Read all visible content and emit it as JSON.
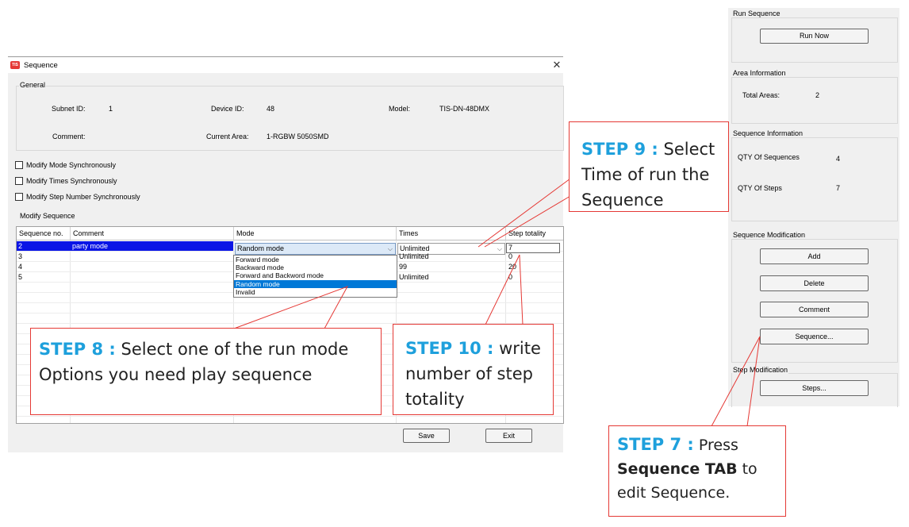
{
  "window": {
    "title": "Sequence",
    "icon_text": "TIS",
    "close_glyph": "✕",
    "general": {
      "label": "General",
      "subnet_label": "Subnet ID:",
      "subnet_value": "1",
      "device_label": "Device ID:",
      "device_value": "48",
      "model_label": "Model:",
      "model_value": "TIS-DN-48DMX",
      "comment_label": "Comment:",
      "area_label": "Current Area:",
      "area_value": "1-RGBW 5050SMD"
    },
    "options": [
      "Modify Mode Synchronously",
      "Modify Times Synchronously",
      "Modify Step Number Synchronously"
    ],
    "modify_label": "Modify Sequence",
    "table": {
      "columns": [
        "Sequence no.",
        "Comment",
        "Mode",
        "Times",
        "Step totality"
      ],
      "rows": [
        {
          "no": "2",
          "comment": "party mode",
          "mode": "Random mode",
          "times": "Unlimited",
          "steps": "7"
        },
        {
          "no": "3",
          "comment": "",
          "mode": "",
          "times": "Unlimited",
          "steps": "0"
        },
        {
          "no": "4",
          "comment": "",
          "mode": "",
          "times": "99",
          "steps": "20"
        },
        {
          "no": "5",
          "comment": "",
          "mode": "",
          "times": "Unlimited",
          "steps": "0"
        }
      ]
    },
    "mode_options": [
      "Forward mode",
      "Backward mode",
      "Forward and Backword mode",
      "Random mode",
      "Invalid"
    ],
    "combo_arrow": "⌵",
    "save_label": "Save",
    "exit_label": "Exit"
  },
  "right_panel": {
    "run_sequence_label": "Run Sequence",
    "run_now_label": "Run Now",
    "area_info_label": "Area Information",
    "total_areas_label": "Total Areas:",
    "total_areas_value": "2",
    "seq_info_label": "Sequence Information",
    "qty_seq_label": "QTY Of Sequences",
    "qty_seq_value": "4",
    "qty_steps_label": "QTY Of Steps",
    "qty_steps_value": "7",
    "seq_mod_label": "Sequence Modification",
    "add_label": "Add",
    "delete_label": "Delete",
    "comment_label": "Comment",
    "sequence_label": "Sequence...",
    "step_mod_label": "Step Modification",
    "steps_label": "Steps..."
  },
  "callouts": {
    "step9": {
      "step": "STEP 9 :",
      "text_a": " Select",
      "text_b": "Time of run the",
      "text_c": "Sequence"
    },
    "step8": {
      "step": "STEP 8  :",
      "text_a": " Select one of the run mode",
      "text_b": "Options you need play sequence"
    },
    "step10": {
      "step": "STEP 10 :",
      "text_a": " write",
      "text_b": "number of step",
      "text_c": "totality"
    },
    "step7": {
      "step": "STEP 7 :",
      "text_a": " Press",
      "bold": "Sequence TAB",
      "text_b": " to",
      "text_c": "edit Sequence."
    }
  },
  "colors": {
    "accent_red": "#e53935",
    "step_blue": "#1ea0dc",
    "selection_blue": "#0a14e6",
    "highlight_blue": "#0078d7"
  }
}
